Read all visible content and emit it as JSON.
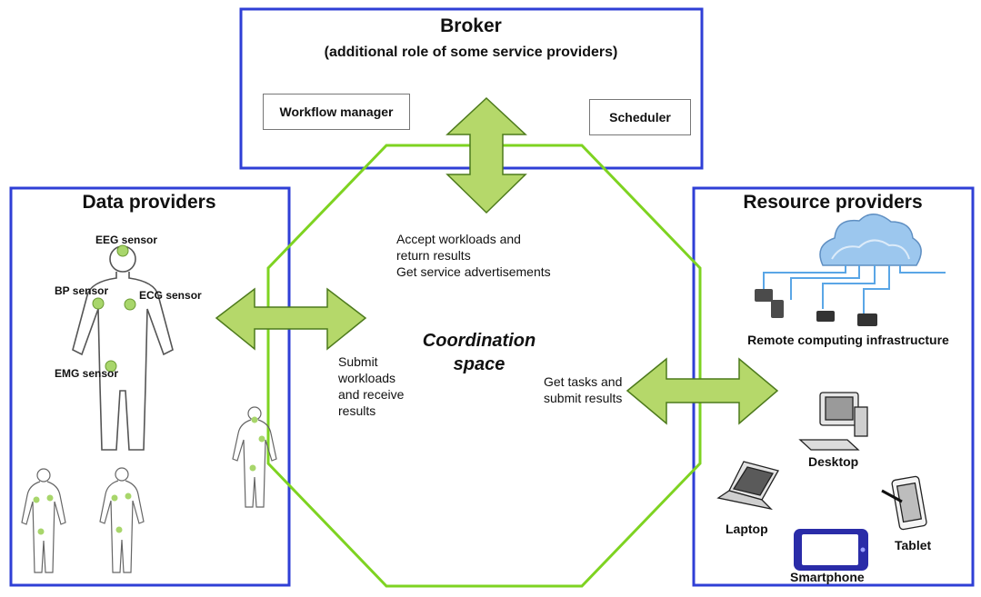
{
  "colors": {
    "frame": "#2f3fd6",
    "octagon": "#7ed321",
    "arrow_fill": "#b5d86a",
    "arrow_stroke": "#4d7a1c",
    "sensor": "#a8d66b",
    "cloud": "#7fb4e6",
    "phone": "#2a2ca8"
  },
  "broker": {
    "title": "Broker",
    "subtitle": "(additional role of some service providers)",
    "workflow_label": "Workflow manager",
    "scheduler_label": "Scheduler"
  },
  "data_providers": {
    "title": "Data providers",
    "sensors": [
      "EEG sensor",
      "BP sensor",
      "ECG sensor",
      "EMG sensor"
    ],
    "icons": [
      "human-body-icon"
    ]
  },
  "resource_providers": {
    "title": "Resource providers",
    "remote_label": "Remote computing infrastructure",
    "devices": [
      "Desktop",
      "Laptop",
      "Tablet",
      "Smartphone"
    ],
    "icons": [
      "cloud-icon",
      "desktop-icon",
      "laptop-icon",
      "tablet-icon",
      "smartphone-icon"
    ]
  },
  "coordination": {
    "title_line1": "Coordination",
    "title_line2": "space"
  },
  "edges": {
    "broker_line1": "Accept workloads and",
    "broker_line2": "return results",
    "broker_line3": "Get service advertisements",
    "data_line1": "Submit",
    "data_line2": "workloads",
    "data_line3": "and receive",
    "data_line4": "results",
    "resource_line1": "Get tasks and",
    "resource_line2": "submit results"
  }
}
